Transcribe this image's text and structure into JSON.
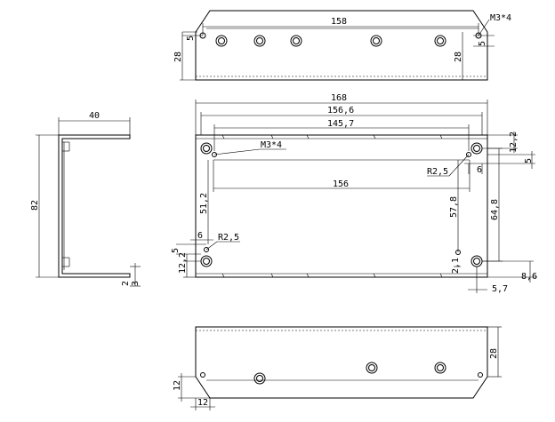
{
  "top_view": {
    "width_dim": "158",
    "height_left": "28",
    "height_right": "28",
    "hole_note": "M3*4",
    "offset_dim": "5",
    "left_offset": "5"
  },
  "front_view": {
    "total_width": "168",
    "inner_width": "156,6",
    "hole_span": "145,7",
    "hole_note": "M3*4",
    "slot_span": "156",
    "radius_right": "R2,5",
    "right_small": "6",
    "right_top": "12,2",
    "right_five": "5",
    "height_left": "51,2",
    "height_mid": "57,8",
    "height_right": "64,8",
    "radius_left": "R2,5",
    "left_six": "6",
    "left_five": "5",
    "left_low": "12,2",
    "bottom_mid": "2,1",
    "bottom_right": "8,6",
    "bottom_gap": "5,7"
  },
  "side_view": {
    "width": "40",
    "height": "82",
    "small_a": "2",
    "small_b": "3"
  },
  "bottom_view": {
    "height": "28",
    "corner_h": "12",
    "corner_w": "12"
  }
}
